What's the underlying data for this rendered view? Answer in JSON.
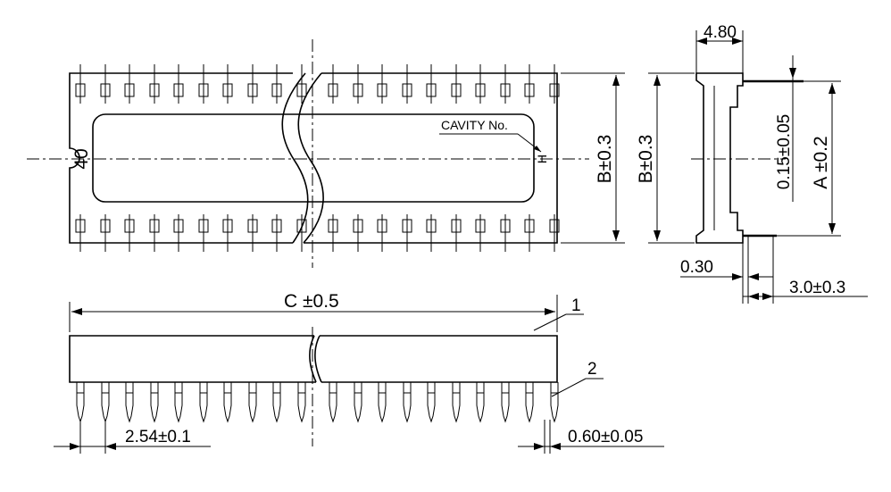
{
  "labels": {
    "top_width": "4.80",
    "cavity": "CAVITY No.",
    "pin_number": "40",
    "cavity_mark": "H",
    "dim_b_front": "B±0.3",
    "dim_b_side": "B±0.3",
    "dim_offset": "0.15±0.05",
    "dim_a": "A ±0.2",
    "dim_030": "0.30",
    "dim_30": "3.0±0.3",
    "dim_c": "C ±0.5",
    "callout_1": "1",
    "callout_2": "2",
    "dim_pitch": "2.54±0.1",
    "dim_pin": "0.60±0.05"
  },
  "pins_per_row_visible": 20
}
